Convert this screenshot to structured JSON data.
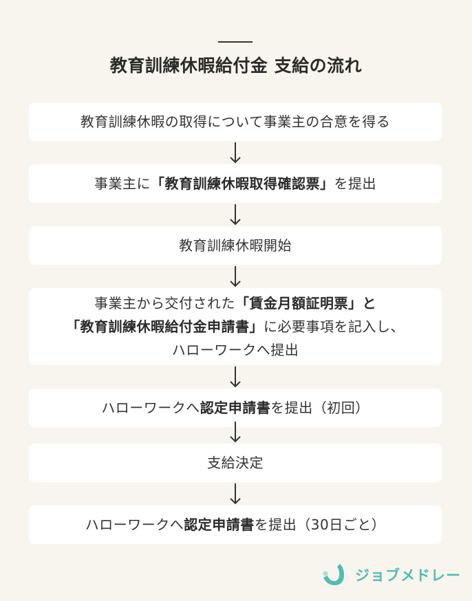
{
  "title": "教育訓練休暇給付金 支給の流れ",
  "steps": [
    {
      "l1": [
        {
          "t": "教育訓練休暇の取得について事業主の合意を得る"
        }
      ]
    },
    {
      "l1": [
        {
          "t": "事業主に"
        },
        {
          "t": "「教育訓練休暇取得確認票」",
          "b": true
        },
        {
          "t": "を提出"
        }
      ]
    },
    {
      "l1": [
        {
          "t": "教育訓練休暇開始"
        }
      ]
    },
    {
      "l1": [
        {
          "t": "事業主から交付された"
        },
        {
          "t": "「賃金月額証明票」と",
          "b": true
        }
      ],
      "l2": [
        {
          "t": "「教育訓練休暇給付金申請書」",
          "b": true
        },
        {
          "t": "に必要事項を記入し、"
        }
      ],
      "l3": [
        {
          "t": "ハローワークへ提出"
        }
      ]
    },
    {
      "l1": [
        {
          "t": "ハローワークへ"
        },
        {
          "t": "認定申請書",
          "b": true
        },
        {
          "t": "を提出（初回）"
        }
      ]
    },
    {
      "l1": [
        {
          "t": "支給決定"
        }
      ]
    },
    {
      "l1": [
        {
          "t": "ハローワークへ"
        },
        {
          "t": "認定申請書",
          "b": true
        },
        {
          "t": "を提出（30日ごと）"
        }
      ]
    }
  ],
  "logo": {
    "text": "ジョブメドレー",
    "icon": "jobmedley-logo-icon"
  },
  "colors": {
    "background": "#f8f5ef",
    "card": "#ffffff",
    "text": "#333333",
    "brand": "#4fbdb0"
  }
}
